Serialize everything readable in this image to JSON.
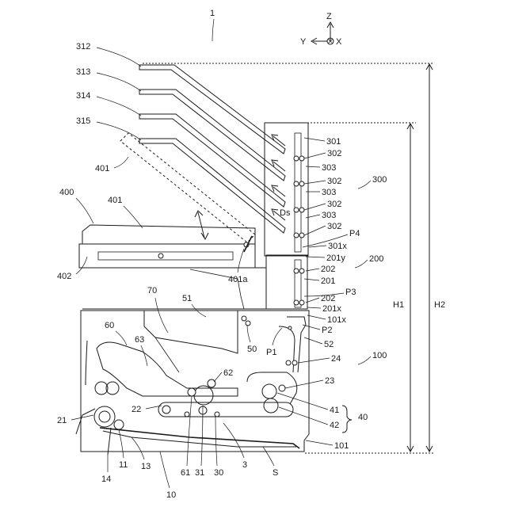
{
  "axes": {
    "z": "Z",
    "y": "Y",
    "x": "X"
  },
  "labels": {
    "l1": "1",
    "l312": "312",
    "l313": "313",
    "l314": "314",
    "l315": "315",
    "l401_dash": "401",
    "l401": "401",
    "l400": "400",
    "l402": "402",
    "l401a": "401a",
    "l301": "301",
    "l302a": "302",
    "l303a": "303",
    "l302b": "302",
    "l303b": "303",
    "l302c": "302",
    "l303c": "303",
    "l302d": "302",
    "l300": "300",
    "lP4": "P4",
    "l301x": "301x",
    "l201y": "201y",
    "l200": "200",
    "l202a": "202",
    "l201": "201",
    "lP3": "P3",
    "l202b": "202",
    "l201x": "201x",
    "l101x": "101x",
    "lP2": "P2",
    "l52": "52",
    "lP1": "P1",
    "l50": "50",
    "l70": "70",
    "l51": "51",
    "l60": "60",
    "l63": "63",
    "l62": "62",
    "l24": "24",
    "l100": "100",
    "l23": "23",
    "l41": "41",
    "l42": "42",
    "l40": "40",
    "l21": "21",
    "l22": "22",
    "l101": "101",
    "l11": "11",
    "l13": "13",
    "l14": "14",
    "l61": "61",
    "l31": "31",
    "l30": "30",
    "l3": "3",
    "lS": "S",
    "l10": "10",
    "lDs": "Ds",
    "lH1": "H1",
    "lH2": "H2"
  }
}
